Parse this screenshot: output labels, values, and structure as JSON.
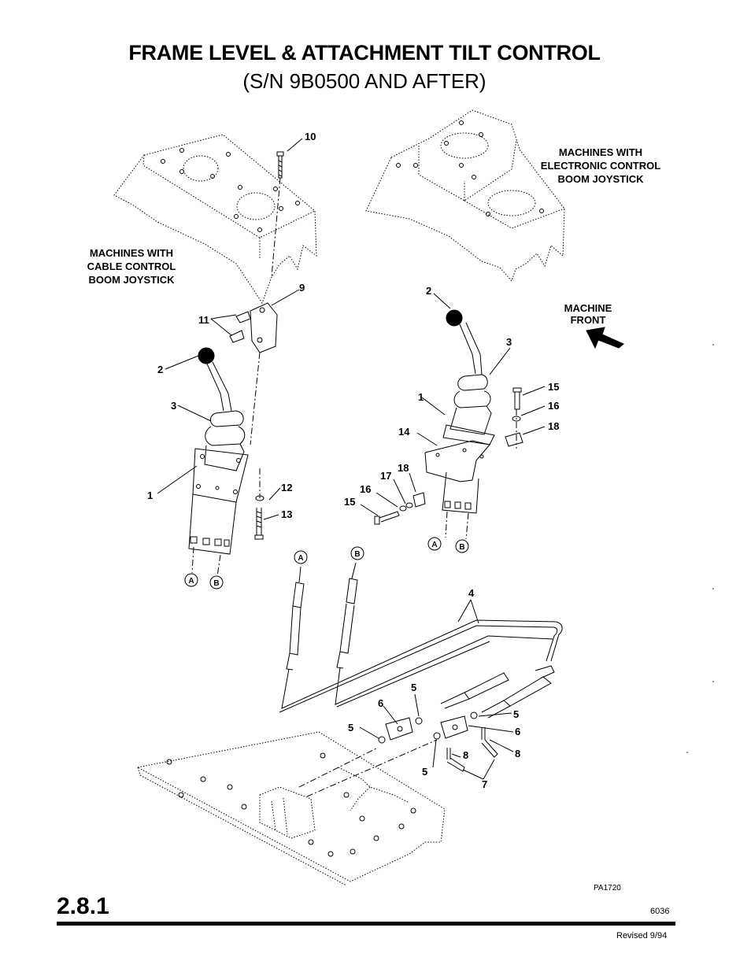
{
  "header": {
    "title": "FRAME LEVEL & ATTACHMENT TILT CONTROL",
    "subtitle": "(S/N 9B0500 AND AFTER)"
  },
  "notes": {
    "cable_control": [
      "MACHINES WITH",
      "CABLE CONTROL",
      "BOOM JOYSTICK"
    ],
    "electronic_control": [
      "MACHINES WITH",
      "ELECTRONIC CONTROL",
      "BOOM JOYSTICK"
    ],
    "machine_front": [
      "MACHINE",
      "FRONT"
    ]
  },
  "callouts": {
    "c10": "10",
    "c9": "9",
    "c11": "11",
    "c2_left": "2",
    "c3_left": "3",
    "c1_left": "1",
    "c12": "12",
    "c13": "13",
    "c2_right": "2",
    "c3_right": "3",
    "c1_right": "1",
    "c15_right": "15",
    "c16_right": "16",
    "c18_right": "18",
    "c14": "14",
    "c18_mid": "18",
    "c17": "17",
    "c16_mid": "16",
    "c15_mid": "15",
    "c4": "4",
    "c5_top": "5",
    "c6_left": "6",
    "c5_left": "5",
    "c5_right": "5",
    "c6_right": "6",
    "c8_left": "8",
    "c8_right": "8",
    "c5_bottom": "5",
    "c7": "7"
  },
  "connectors": {
    "a_left": "A",
    "b_left": "B",
    "a_right": "A",
    "b_right": "B",
    "a_cable": "A",
    "b_cable": "B"
  },
  "footer": {
    "section": "2.8.1",
    "figure_id": "PA1720",
    "page_number": "6036",
    "revised": "Revised 9/94"
  }
}
